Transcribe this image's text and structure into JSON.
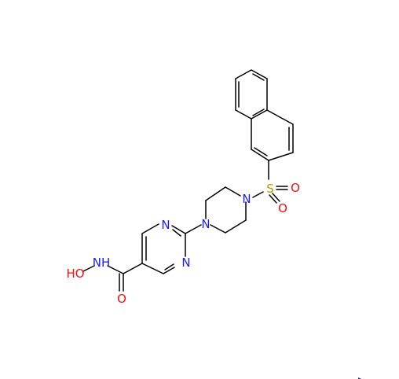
{
  "molecule": {
    "atom_labels": {
      "nitrogen_pyrimidine_1": "N",
      "nitrogen_pyrimidine_2": "N",
      "nitrogen_piperazine_1": "N",
      "nitrogen_piperazine_2": "N",
      "sulfur": "S",
      "sulfonyl_oxygen_1": "O",
      "sulfonyl_oxygen_2": "O",
      "amide_nh": "NH",
      "hydroxy": "HO",
      "carbonyl_oxygen": "O"
    }
  },
  "colors": {
    "bond": "#000000",
    "nitrogen": "#1a1aff",
    "oxygen": "#ff0d0d",
    "sulfur": "#b2a000",
    "background": "#ffffff"
  }
}
